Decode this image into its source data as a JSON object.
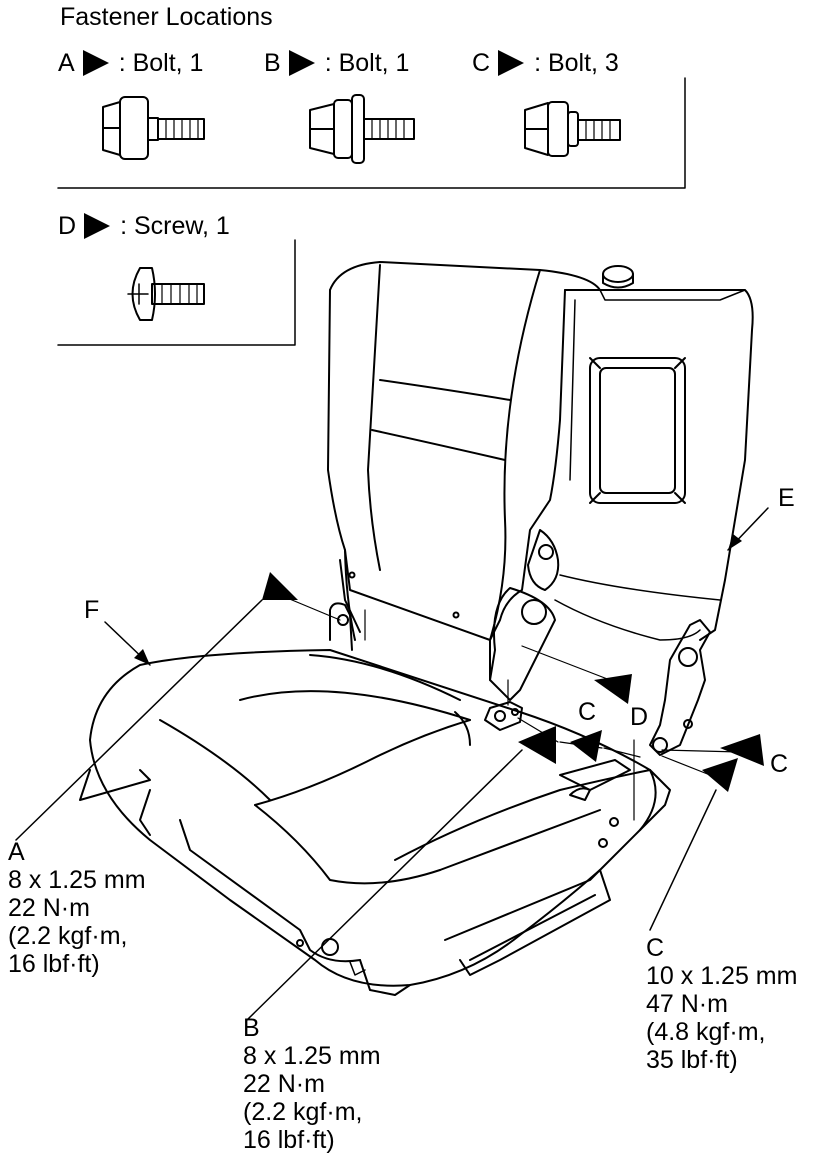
{
  "header": {
    "title": "Fastener Locations"
  },
  "legend": [
    {
      "letter": "A",
      "desc": ": Bolt, 1",
      "icon": "flange-bolt-icon"
    },
    {
      "letter": "B",
      "desc": ": Bolt, 1",
      "icon": "washer-bolt-icon"
    },
    {
      "letter": "C",
      "desc": ": Bolt, 3",
      "icon": "hex-bolt-icon"
    },
    {
      "letter": "D",
      "desc": ": Screw, 1",
      "icon": "screw-icon"
    }
  ],
  "callouts": {
    "A": "A",
    "B": "B",
    "C1": "C",
    "C2": "C",
    "D": "D",
    "E": "E",
    "F": "F"
  },
  "specs": {
    "A": {
      "letter": "A",
      "size": "8 x 1.25 mm",
      "torque_nm": "22 N·m",
      "torque_kgf": "(2.2 kgf·m,",
      "torque_lbf": "16 lbf·ft)"
    },
    "B": {
      "letter": "B",
      "size": "8 x 1.25 mm",
      "torque_nm": "22 N·m",
      "torque_kgf": "(2.2 kgf·m,",
      "torque_lbf": "16 lbf·ft)"
    },
    "C": {
      "letter": "C",
      "size": "10 x 1.25 mm",
      "torque_nm": "47 N·m",
      "torque_kgf": "(4.8 kgf·m,",
      "torque_lbf": "35 lbf·ft)"
    }
  }
}
